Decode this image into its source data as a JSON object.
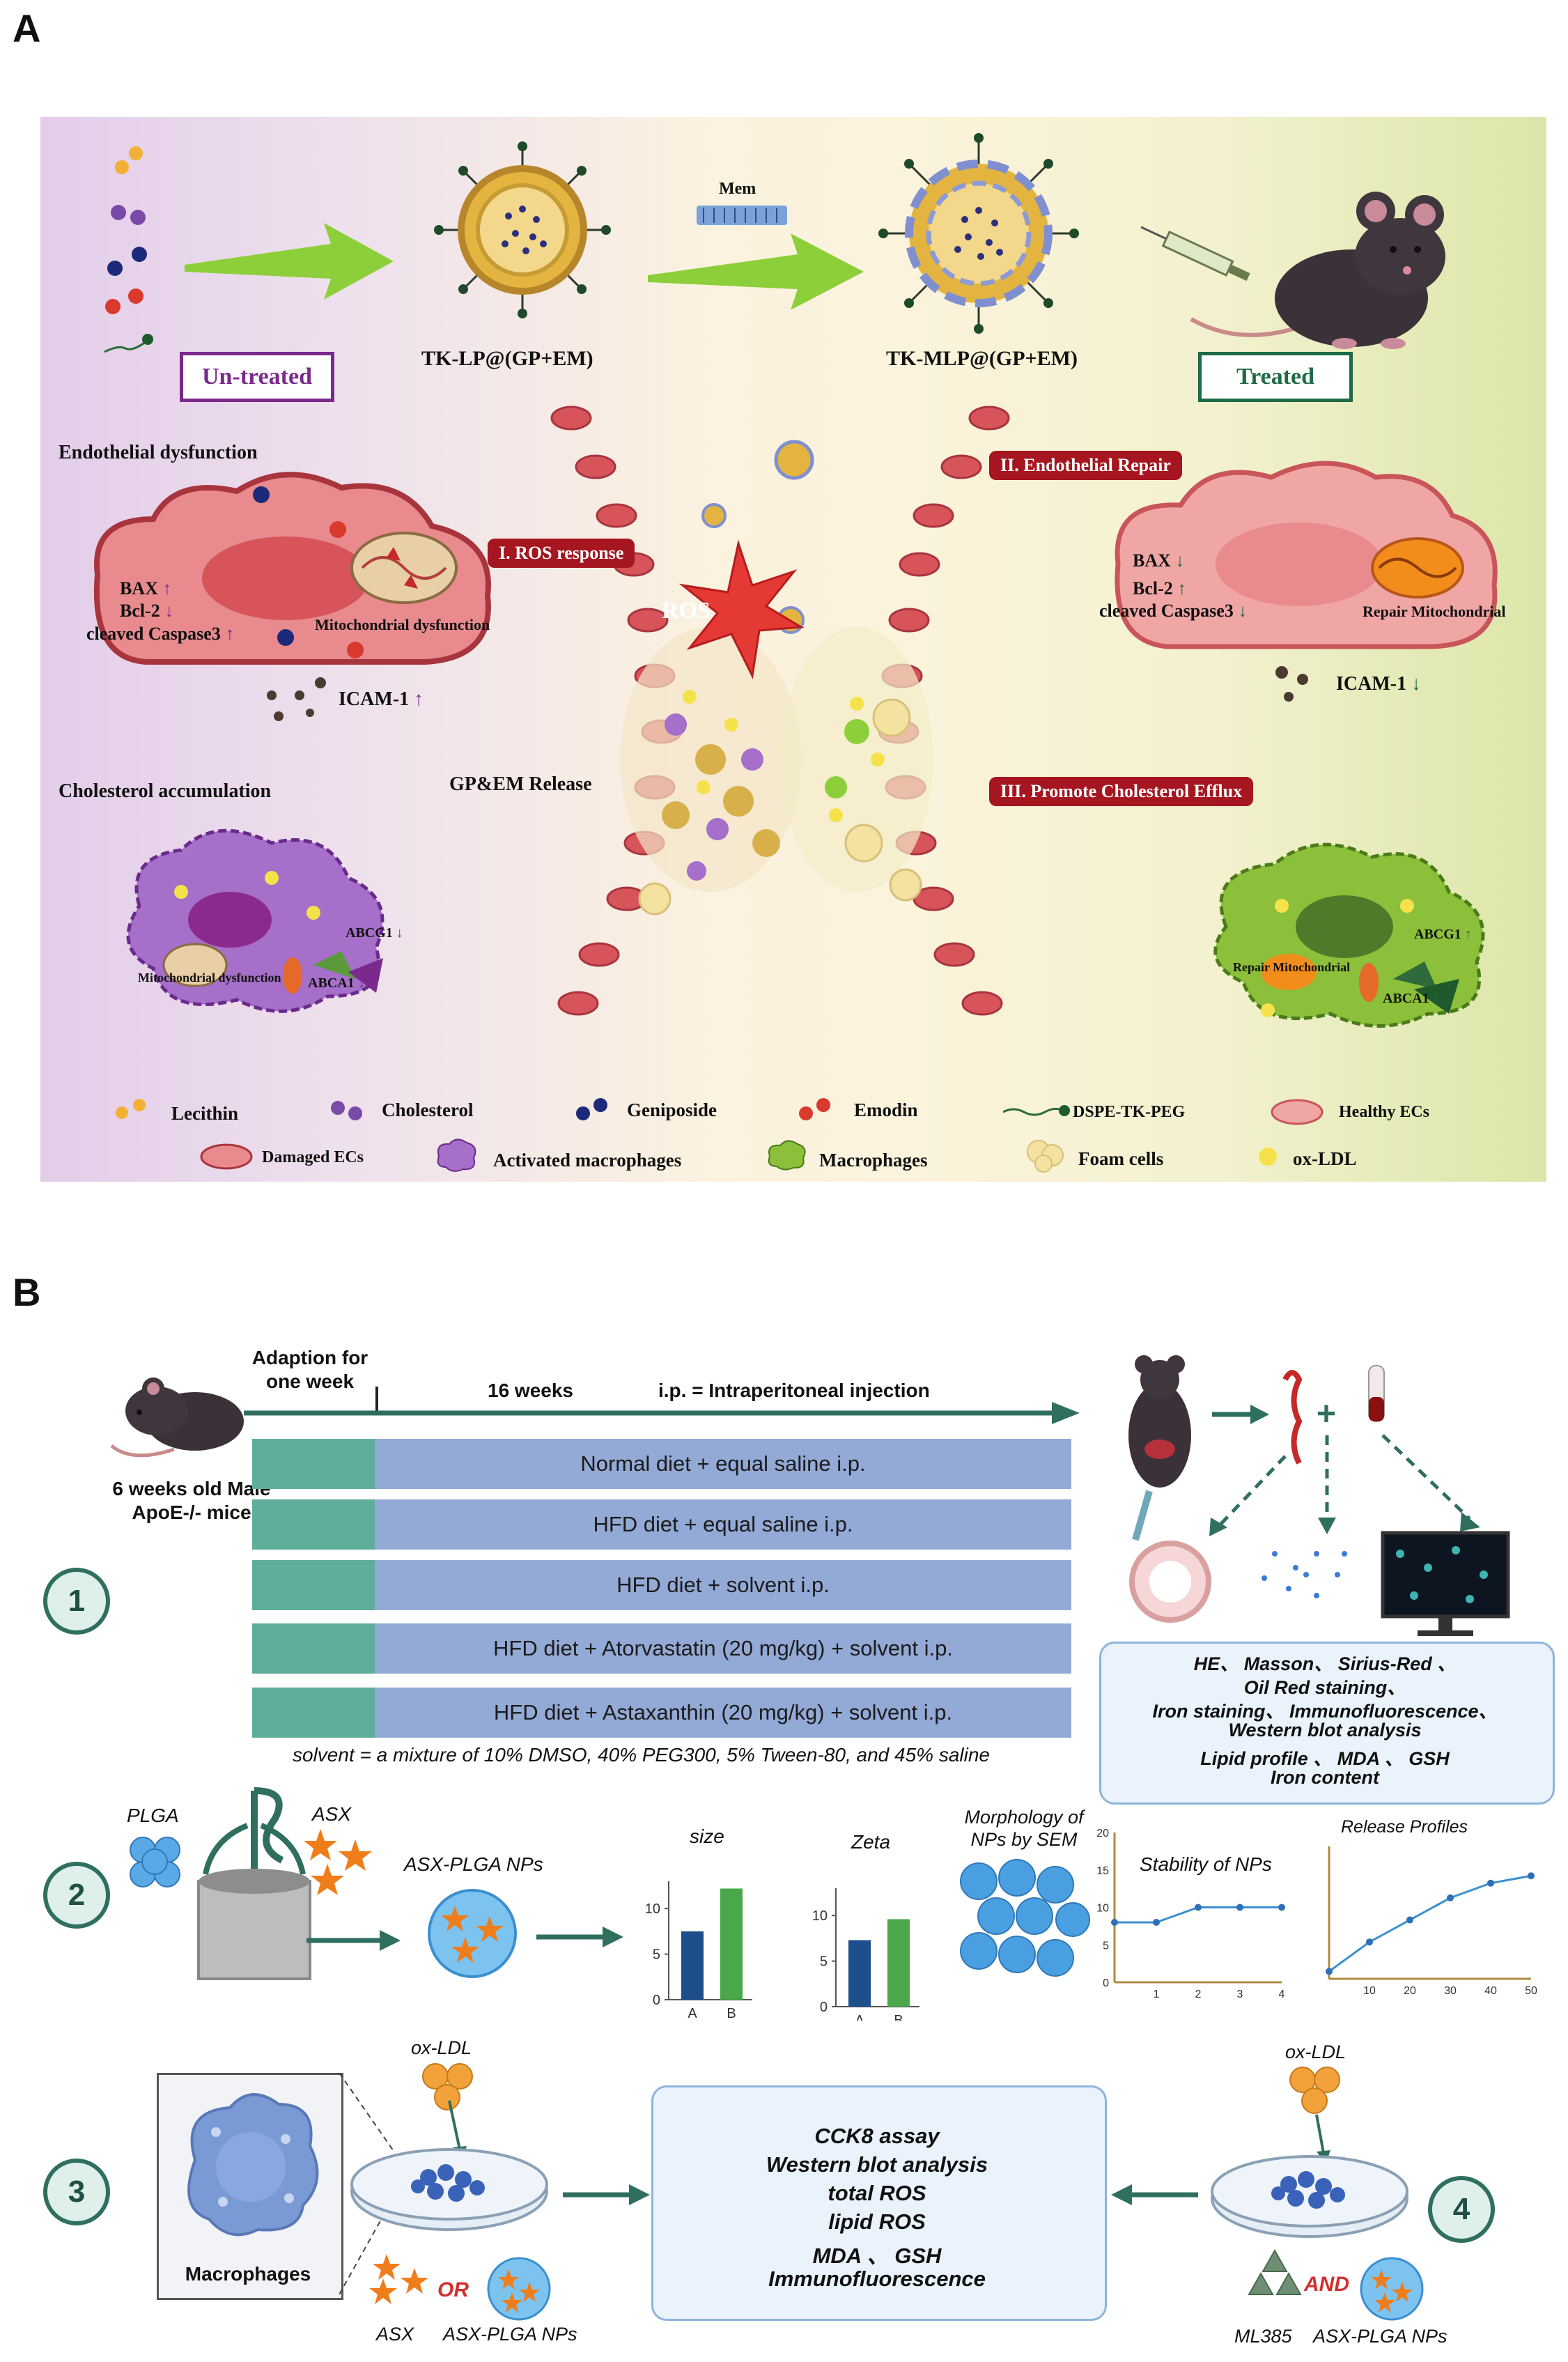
{
  "panelA": {
    "letter": "A",
    "box_untreated": "Un-treated",
    "box_treated": "Treated",
    "tk_lp": "TK-LP@(GP+EM)",
    "tk_mlp": "TK-MLP@(GP+EM)",
    "mem": "Mem",
    "endo_title": "Endothelial dysfunction",
    "bax": "BAX",
    "bcl2": "Bcl-2",
    "caspase": "cleaved Caspase3",
    "mito_dys": "Mitochondrial dysfunction",
    "icam": "ICAM-1",
    "chol_title": "Cholesterol accumulation",
    "mito_dys2": "Mitochondrial dysfunction",
    "abcg1": "ABCG1",
    "abca1": "ABCA1",
    "ros_response": "I. ROS response",
    "ros": "ROS",
    "gp_em": "GP&EM Release",
    "endo_repair": "II. Endothelial Repair",
    "chol_efflux": "III. Promote Cholesterol Efflux",
    "repair_mito": "Repair Mitochondrial",
    "repair_mito2": "Repair Mitochondrial",
    "legend": {
      "lecithin": "Lecithin",
      "cholesterol": "Cholesterol",
      "geniposide": "Geniposide",
      "emodin": "Emodin",
      "dspe": "DSPE-TK-PEG",
      "healthy": "Healthy ECs",
      "damaged": "Damaged ECs",
      "activated": "Activated macrophages",
      "macrophages": "Macrophages",
      "foam": "Foam cells",
      "oxldl": "ox-LDL"
    },
    "colors": {
      "untreated": "#7a2a8c",
      "treated": "#1f6b45",
      "red_tag": "#a51620"
    }
  },
  "panelB": {
    "letter": "B",
    "adaption": "Adaption for one week",
    "weeks": "16 weeks",
    "ip": "i.p. = Intraperitoneal injection",
    "mice": "6 weeks old Male ApoE-/- mice",
    "rows": [
      "Normal diet  +  equal saline i.p.",
      "HFD diet  +   equal saline i.p.",
      "HFD diet  +  solvent i.p.",
      "HFD diet  +  Atorvastatin (20 mg/kg)  +  solvent i.p.",
      "HFD diet  +  Astaxanthin  (20 mg/kg)  +  solvent i.p."
    ],
    "solvent_note": "solvent = a mixture of 10% DMSO, 40% PEG300, 5% Tween-80, and 45% saline",
    "analysis": [
      "HE、 Masson、 Sirius-Red 、",
      "Oil Red staining、",
      "Iron staining、 Immunofluorescence、",
      "Western blot analysis",
      "Lipid profile 、 MDA 、 GSH",
      "Iron content"
    ],
    "step_numbers": [
      "1",
      "2",
      "3",
      "4"
    ],
    "plga": "PLGA",
    "asx": "ASX",
    "asx_plga": "ASX-PLGA NPs",
    "size_title": "size",
    "zeta_title": "Zeta",
    "morph": "Morphology of NPs by SEM",
    "stability": "Stability of NPs",
    "release": "Release Profiles",
    "oxldl_left": "ox-LDL",
    "oxldl_right": "ox-LDL",
    "macrophages": "Macrophages",
    "asx_bottom": "ASX",
    "or": "OR",
    "asx_plga_bottom": "ASX-PLGA NPs",
    "ml385": "ML385",
    "and": "AND",
    "asx_plga_bottom2": "ASX-PLGA NPs",
    "assays": [
      "CCK8 assay",
      "Western blot analysis",
      "total ROS",
      "lipid ROS",
      "MDA 、 GSH",
      "Immunofluorescence"
    ]
  },
  "chart_data": [
    {
      "type": "bar",
      "title": "size",
      "categories": [
        "A",
        "B"
      ],
      "values": [
        7.5,
        12.2
      ],
      "yticks": [
        "0",
        "5",
        "10"
      ],
      "ylim": [
        0,
        13
      ],
      "colors": [
        "#1f4e8c",
        "#4aa84a"
      ]
    },
    {
      "type": "bar",
      "title": "Zeta",
      "categories": [
        "A",
        "B"
      ],
      "values": [
        7.3,
        9.6
      ],
      "yticks": [
        "0",
        "5",
        "10"
      ],
      "ylim": [
        0,
        13
      ],
      "colors": [
        "#1f4e8c",
        "#4aa84a"
      ]
    },
    {
      "type": "line",
      "title": "Stability of NPs",
      "x": [
        0,
        1,
        2,
        3,
        4
      ],
      "y": [
        8,
        8,
        10,
        10,
        10
      ],
      "xticks": [
        "1",
        "2",
        "3",
        "4"
      ],
      "yticks": [
        "0",
        "5",
        "10",
        "15",
        "20"
      ],
      "ylim": [
        0,
        20
      ]
    },
    {
      "type": "line",
      "title": "Release Profiles",
      "x": [
        0,
        10,
        20,
        30,
        40,
        50
      ],
      "y": [
        1,
        5,
        8,
        11,
        13,
        14
      ],
      "xticks": [
        "10",
        "20",
        "30",
        "40",
        "50"
      ],
      "ylim": [
        0,
        18
      ]
    }
  ]
}
